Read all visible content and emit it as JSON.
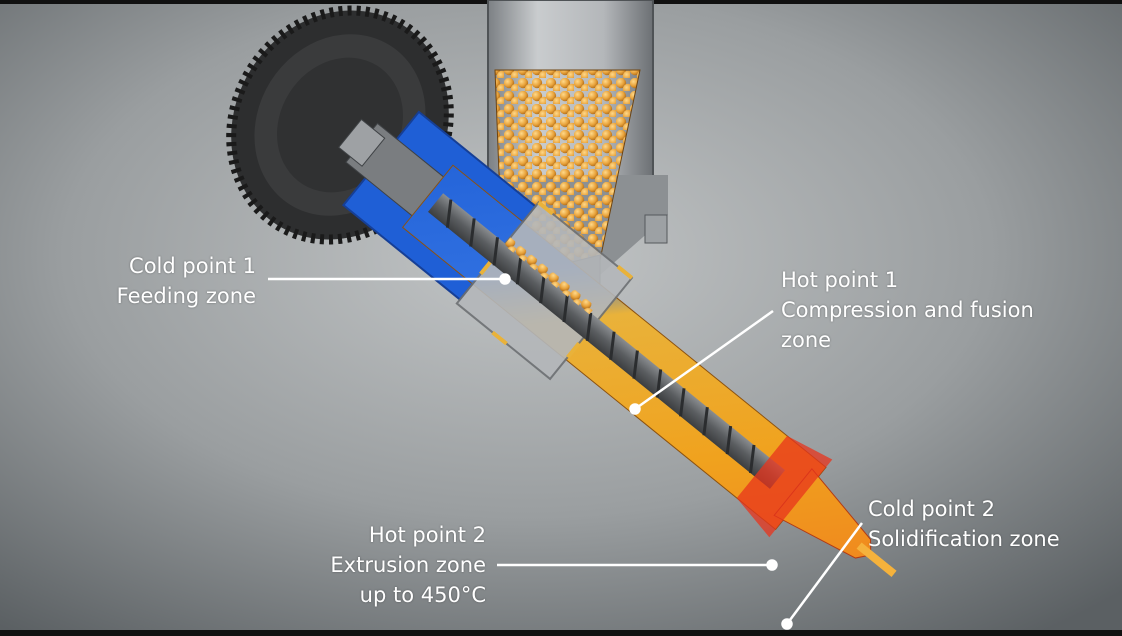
{
  "labels": {
    "cold_point_1": {
      "title": "Cold point 1",
      "subtitle": "Feeding zone"
    },
    "hot_point_1": {
      "title": "Hot point 1",
      "line2": "Compression and fusion",
      "line3": "zone"
    },
    "hot_point_2": {
      "title": "Hot point 2",
      "line2": "Extrusion zone",
      "line3": "up to 450°C"
    },
    "cold_point_2": {
      "title": "Cold point 2",
      "subtitle": "Solidification zone"
    }
  },
  "colors": {
    "background_light": "#b9bcbd",
    "background_dark": "#5d6265",
    "cold_blue": "#1f5fd6",
    "warm_orange": "#f0a21e",
    "hot_red": "#e8341c",
    "pellet": "#e8a23a",
    "leader_line": "#ffffff"
  }
}
